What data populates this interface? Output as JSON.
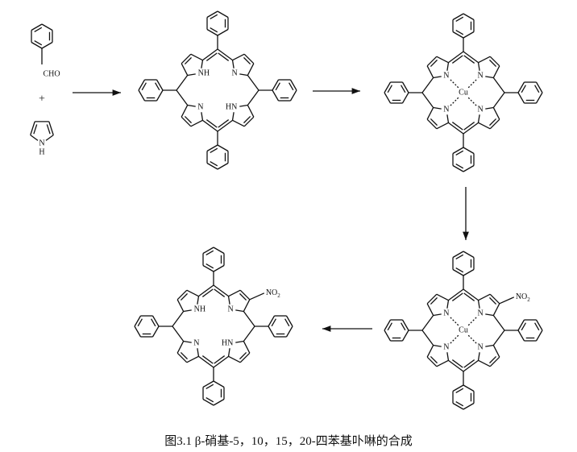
{
  "labels": {
    "nh": "NH",
    "n": "N",
    "hn": "HN",
    "cu": "Cu",
    "no2_main": "NO",
    "no2_sub": "2",
    "cho": "CHO",
    "plus": "+",
    "pyrrole_n": "N",
    "pyrrole_h": "H"
  },
  "caption": "图3.1 β-硝基-5，10，15，20-四苯基卟啉的合成",
  "molecules": [
    {
      "name": "tetraphenylporphyrin",
      "metal": false,
      "nitro": false
    },
    {
      "name": "cu-tetraphenylporphyrin",
      "metal": true,
      "nitro": false
    },
    {
      "name": "cu-nitro-tetraphenylporphyrin",
      "metal": true,
      "nitro": true
    },
    {
      "name": "nitro-tetraphenylporphyrin",
      "metal": false,
      "nitro": true
    }
  ]
}
